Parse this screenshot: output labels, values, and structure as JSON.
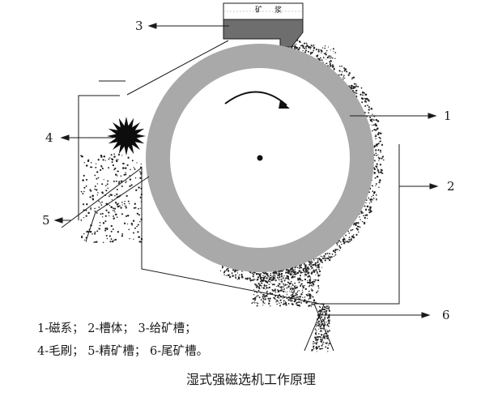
{
  "diagram": {
    "caption": "湿式强磁选机工作原理",
    "feed_box_text": [
      "矿",
      "浆"
    ],
    "callouts": {
      "c1": "1",
      "c2": "2",
      "c3": "3",
      "c4": "4",
      "c5": "5",
      "c6": "6"
    },
    "legend": {
      "line1": "1-磁系； 2-槽体； 3-给矿槽；",
      "line2": "4-毛刷； 5-精矿槽； 6-尾矿槽。"
    }
  },
  "colors": {
    "drum": "#a9a9a9",
    "feed_box": "#6e6e6e",
    "line": "#1a1a1a",
    "particles": "#222222"
  }
}
